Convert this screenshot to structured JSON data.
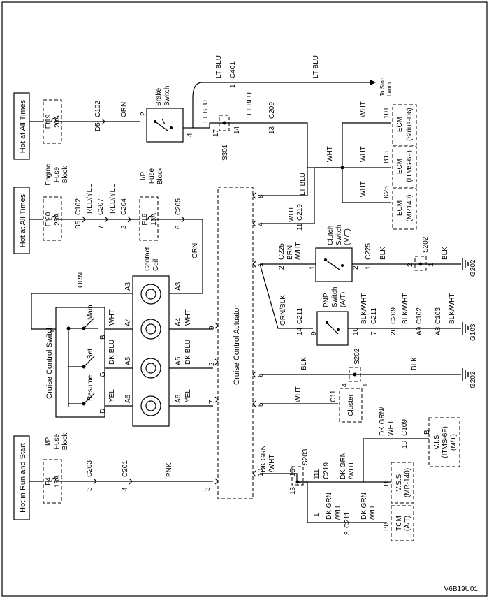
{
  "power": {
    "hot_all_times_1": "Hot at All Times",
    "hot_all_times_2": "Hot at All Times",
    "hot_run_start": "Hot in Run and Start"
  },
  "fuses": {
    "ef19_name": "Ef19",
    "ef19_rating": "20A",
    "ef20_name": "Ef20",
    "ef20_rating": "25A",
    "engine_block_1": "Engine",
    "engine_block_2": "Fuse",
    "engine_block_3": "Block",
    "f19_name": "F19",
    "f19_rating": "15A",
    "ip_block_1": "I/P",
    "ip_block_2": "Fuse",
    "ip_block_3": "Block",
    "f4_name": "F4",
    "f4_rating": "15A",
    "ip2_block_1": "I/P",
    "ip2_block_2": "Fuse",
    "ip2_block_3": "Block"
  },
  "connectors": {
    "c102_a": "C102",
    "d5": "D5",
    "c102_b": "C102",
    "b5": "B5",
    "c207": "C207",
    "pin7_c207": "7",
    "c204": "C204",
    "pin2_c204": "2",
    "c205": "C205",
    "pin6_c205": "6",
    "c203": "C203",
    "pin3_c203": "3",
    "c201": "C201",
    "pin4_c201": "4",
    "c401": "C401",
    "pin1_c401": "1",
    "c209_a": "C209",
    "pin13_c209": "13",
    "c219_a": "C219",
    "pin11_c219a": "11",
    "c225_a": "C225",
    "pin2_c225a": "2",
    "c225_b": "C225",
    "pin1_c225b": "1",
    "c211_a": "C211",
    "pin14_c211": "14",
    "c211_b": "C211",
    "pin7_c211": "7",
    "c209_b": "C209",
    "pin20_c209": "20",
    "c102_c": "C102",
    "a9": "A9",
    "c103": "C103",
    "a8": "A8",
    "c11": "C11",
    "c109": "C109",
    "pin13_c109": "13",
    "c219_b": "C219",
    "pin11_c219b": "11",
    "c211_c": "C211",
    "pin3_c211": "3",
    "b8": "B8"
  },
  "wires": {
    "orn_top": "ORN",
    "red_yel_1": "RED/YEL",
    "red_yel_2": "RED/YEL",
    "lt_blu_1": "LT BLU",
    "lt_blu_2": "LT BLU",
    "lt_blu_3": "LT BLU",
    "lt_blu_4": "LT BLU",
    "to_stop_1": "To Stop",
    "to_stop_2": "Lamp",
    "wht_1": "WHT",
    "wht_2": "WHT",
    "wht_3": "WHT",
    "wht_4": "WHT",
    "orn_right": "ORN",
    "orn_left": "ORN",
    "brn_wht_1": "BRN",
    "brn_wht_2": "/WHT",
    "blk_1": "BLK",
    "blk_2": "BLK",
    "orn_blk": "ORN/BLK",
    "blk_wht_1": "BLK/WHT",
    "blk_wht_2": "BLK/WHT",
    "blk_wht_3": "BLK/WHT",
    "wht_a4_l": "WHT",
    "wht_a4_r": "WHT",
    "dkblu_l": "DK BLU",
    "dkblu_r": "DK BLU",
    "yel_l": "YEL",
    "yel_r": "YEL",
    "pnk": "PNK",
    "blk_m1": "BLK",
    "blk_m2": "BLK",
    "wht_cluster": "WHT",
    "dkgrn_1a": "DK GRN",
    "dkgrn_1b": "/WHT",
    "dkgrn_2a": "DK GRN",
    "dkgrn_2b": "/WHT",
    "dkgrn_3a": "DK GRN/",
    "dkgrn_3b": "WHT",
    "dkgrn_4a": "DK GRN",
    "dkgrn_4b": "/WHT",
    "dkgrn_5a": "DK GRN",
    "dkgrn_5b": "/WHT"
  },
  "splices": {
    "s301": "S301",
    "s202_a": "S202",
    "s202_b": "S202",
    "s203": "S203"
  },
  "grounds": {
    "g202_a": "G202",
    "g103": "G103",
    "g202_b": "G202"
  },
  "components": {
    "brake_1": "Brake",
    "brake_2": "Switch",
    "contact_1": "Contact",
    "contact_2": "Coil",
    "ccs": "Cruise Control Switch",
    "main": "Main",
    "set": "Set",
    "resume": "Resume",
    "cca": "Cruise Control Actuator",
    "clutch_1": "Clutch",
    "clutch_2": "Switch",
    "clutch_3": "(M/T)",
    "pnp_1": "PNP",
    "pnp_2": "Switch",
    "pnp_3": "(A/T)",
    "ecm1_a": "ECM",
    "ecm1_b": "(Sirius-D6)",
    "ecm2_a": "ECM",
    "ecm2_b": "(ITMS-6F)",
    "ecm3_a": "ECM",
    "ecm3_b": "(MR140)",
    "cluster": "Cluster",
    "vis_1": "V.I.S",
    "vis_2": "(ITMS-6F)",
    "vis_3": "(M/T)",
    "vss_1": "V.S.S",
    "vss_2": "(MR-140)",
    "tcm_1": "TCM",
    "tcm_2": "(A/T)"
  },
  "pins": {
    "ecm_101": "101",
    "ecm_b13": "B13",
    "ecm_k25": "K25",
    "brake_2": "2",
    "brake_4": "4",
    "s301_17": "17",
    "s301_14": "14",
    "act_8": "8",
    "act_4": "4",
    "act_1": "1",
    "act_9": "9",
    "act_2": "2",
    "act_7": "7",
    "act_6": "6",
    "act_5": "5",
    "act_3": "3",
    "act_10": "10",
    "cl_1": "1",
    "cl_2": "2",
    "pnp_9": "9",
    "pnp_10": "10",
    "s202_2": "2",
    "s202_1": "1",
    "s202m_4": "4",
    "s202m_1": "1",
    "sw_1": "1",
    "sw_b": "B",
    "sw_g": "G",
    "sw_d": "D",
    "a3_l": "A3",
    "a3_r": "A3",
    "a4_l": "A4",
    "a4_r": "A4",
    "a5_l": "A5",
    "a5_r": "A5",
    "a6_l": "A6",
    "a6_r": "A6",
    "s203_15": "15",
    "s203_13": "13",
    "s203_11": "11",
    "pin_b_vis": "B",
    "pin_b_vss": "B",
    "pin_1_c211": "1"
  },
  "figure_id": "V6B19U01"
}
